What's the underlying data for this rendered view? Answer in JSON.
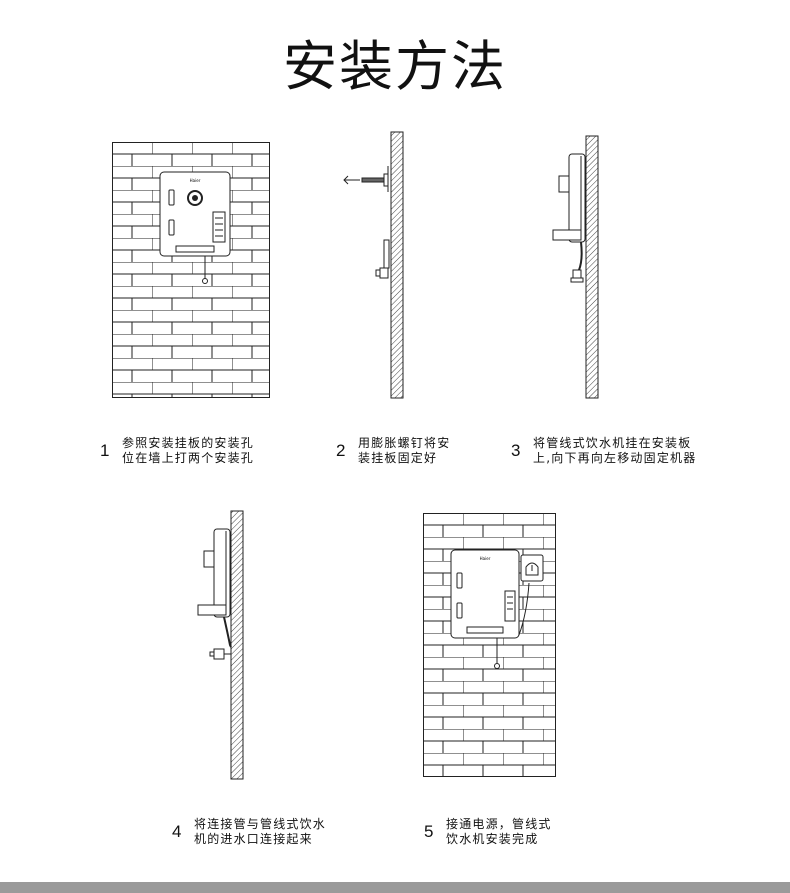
{
  "title": "安装方法",
  "steps": [
    {
      "num": "1",
      "line1": "参照安装挂板的安装孔",
      "line2": "位在墙上打两个安装孔"
    },
    {
      "num": "2",
      "line1": "用膨胀螺钉将安",
      "line2": "装挂板固定好"
    },
    {
      "num": "3",
      "line1": "将管线式饮水机挂在安装板",
      "line2": "上,向下再向左移动固定机器"
    },
    {
      "num": "4",
      "line1": "将连接管与管线式饮水",
      "line2": "机的进水口连接起来"
    },
    {
      "num": "5",
      "line1": "接通电源，管线式",
      "line2": "饮水机安装完成"
    }
  ],
  "device_logo": "Haier",
  "colors": {
    "line": "#222222",
    "hatch": "#444444",
    "footer": "#9a9a9a"
  }
}
